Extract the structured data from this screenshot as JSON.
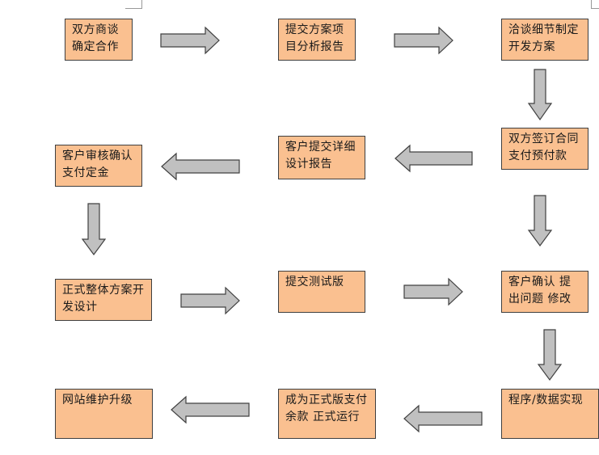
{
  "steps": [
    "双方商谈确定合作",
    "提交方案项目分析报告",
    "洽谈细节制定开发方案",
    "双方签订合同支付预付款",
    "客户提交详细设计报告",
    "客户审核确认支付定金",
    "正式整体方案开发设计",
    "提交测试版",
    "客户确认  提出问题  修改",
    "程序/数据实现",
    "成为正式版支付余款  正式运行",
    "网站维护升级"
  ],
  "colors": {
    "box_fill": "#fac090",
    "box_border": "#3f3f3f",
    "arrow_fill": "#c0c0c0",
    "arrow_stroke": "#404040"
  }
}
